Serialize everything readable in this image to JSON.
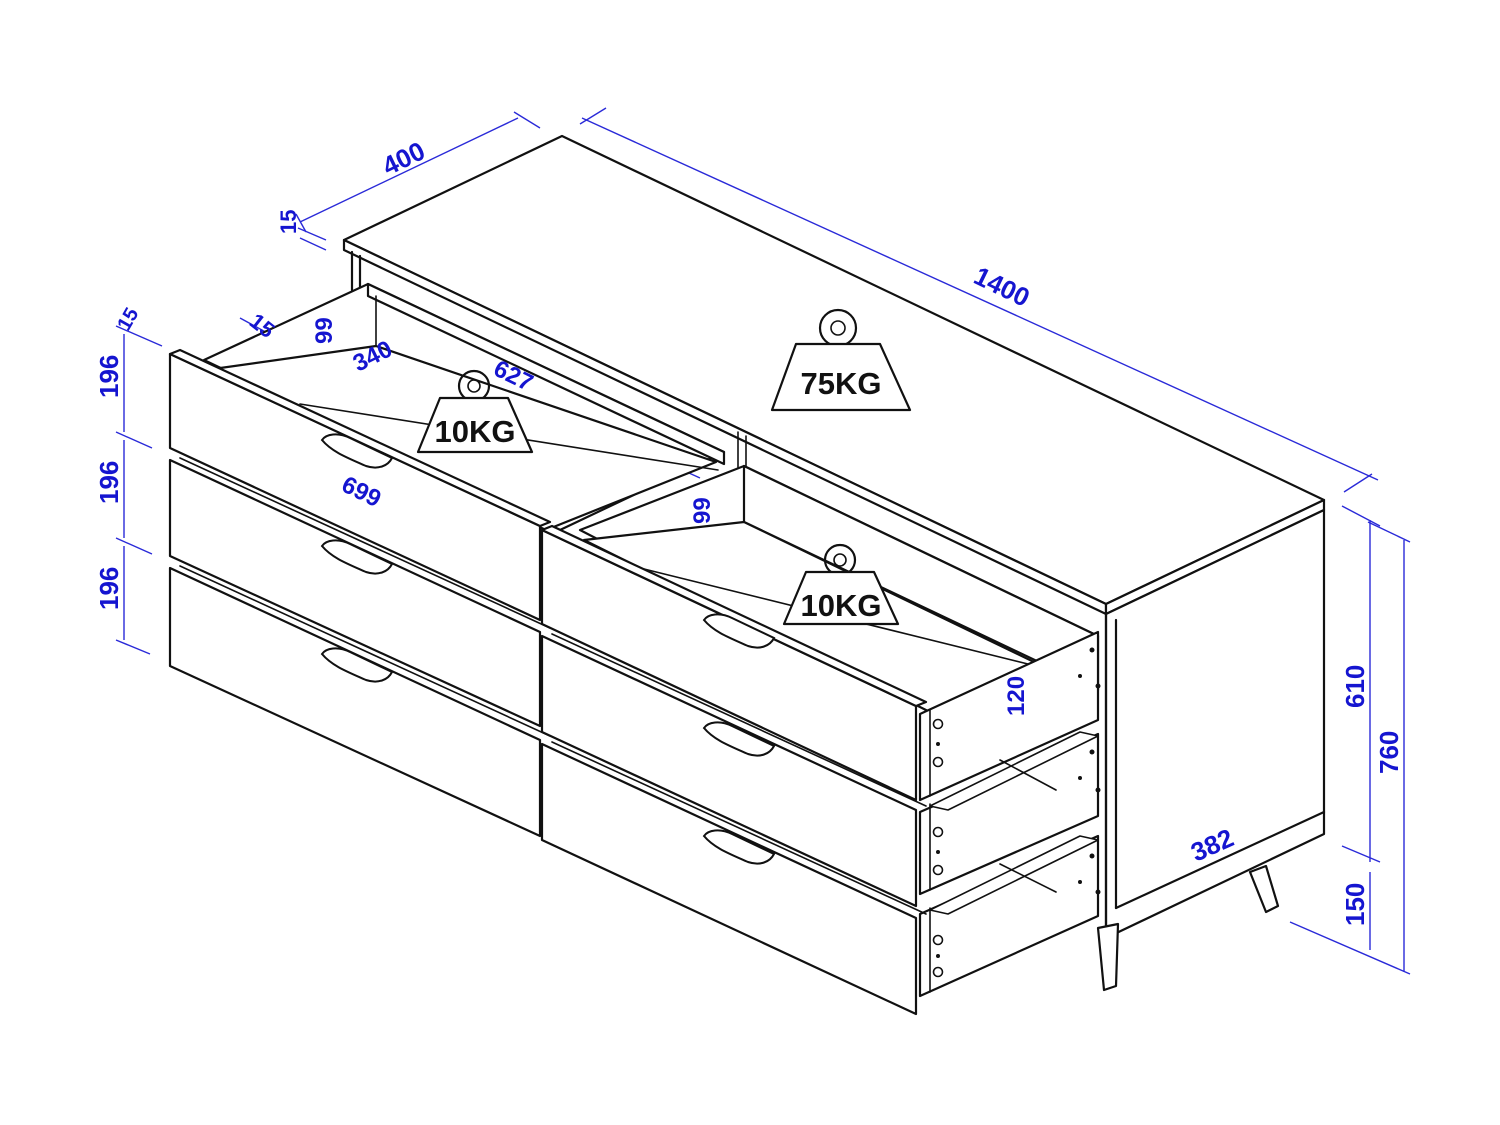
{
  "colors": {
    "line": "#111111",
    "dimension": "#1515d0",
    "background": "#ffffff"
  },
  "dimensions": {
    "top_depth": "400",
    "top_thickness": "15",
    "total_width": "1400",
    "drawer_side_thickness": "15",
    "drawer_front_thickness": "15",
    "drawer_inner_height_top": "99",
    "drawer_inner_depth": "340",
    "drawer_inner_width": "627",
    "drawer_front_width": "699",
    "drawer_front_height_1": "196",
    "drawer_front_height_2": "196",
    "drawer_front_height_3": "196",
    "drawer_inner_height_right": "99",
    "drawer_side_height": "120",
    "body_height": "610",
    "total_height": "760",
    "leg_height": "150",
    "side_depth": "382"
  },
  "load_ratings": {
    "top": "75KG",
    "left_drawer": "10KG",
    "right_drawer": "10KG"
  },
  "icons": [
    "weight-icon",
    "weight-icon",
    "weight-icon"
  ]
}
